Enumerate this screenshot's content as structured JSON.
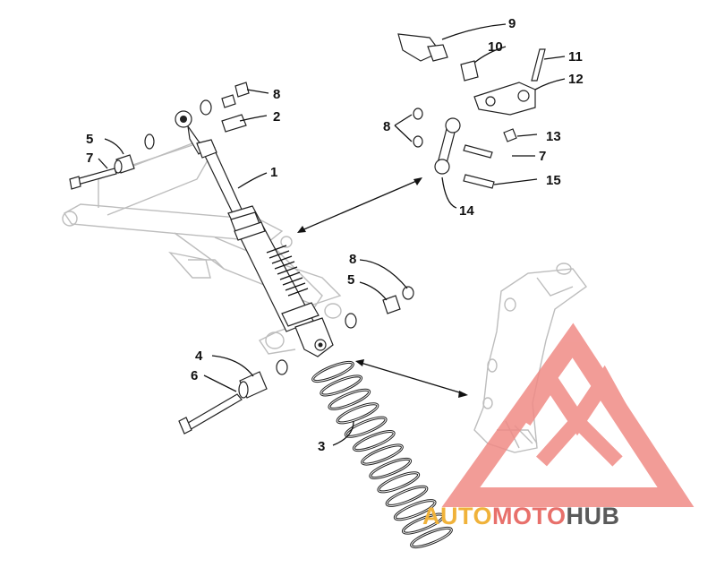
{
  "diagram": {
    "callouts": [
      {
        "id": "c1",
        "label": "1"
      },
      {
        "id": "c2",
        "label": "2"
      },
      {
        "id": "c3",
        "label": "3"
      },
      {
        "id": "c4",
        "label": "4"
      },
      {
        "id": "c5a",
        "label": "5"
      },
      {
        "id": "c5b",
        "label": "5"
      },
      {
        "id": "c6",
        "label": "6"
      },
      {
        "id": "c7a",
        "label": "7"
      },
      {
        "id": "c7b",
        "label": "7"
      },
      {
        "id": "c8a",
        "label": "8"
      },
      {
        "id": "c8b",
        "label": "8"
      },
      {
        "id": "c8c",
        "label": "8"
      },
      {
        "id": "c9",
        "label": "9"
      },
      {
        "id": "c10",
        "label": "10"
      },
      {
        "id": "c11",
        "label": "11"
      },
      {
        "id": "c12",
        "label": "12"
      },
      {
        "id": "c13",
        "label": "13"
      },
      {
        "id": "c14",
        "label": "14"
      },
      {
        "id": "c15",
        "label": "15"
      }
    ]
  },
  "watermark": {
    "part1": "AUTO",
    "part2": "MOTO",
    "part3": "HUB",
    "colors": {
      "auto": "#f0b23a",
      "moto": "#e8706b",
      "hub": "#5a5a5a",
      "logo": "#f08b86"
    }
  }
}
